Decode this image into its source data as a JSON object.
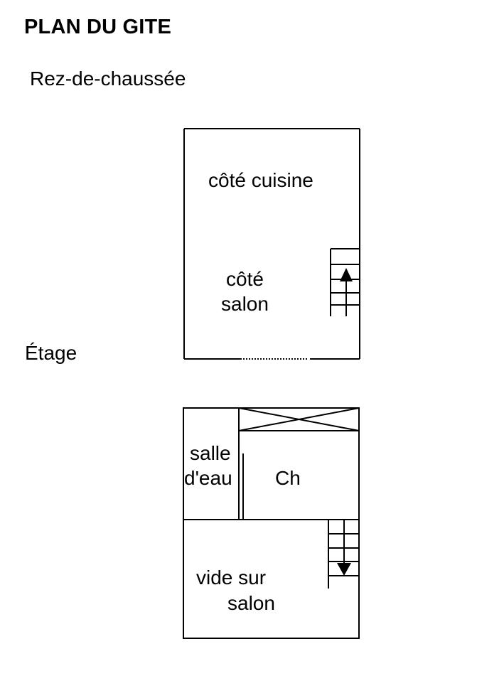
{
  "title": "PLAN DU GITE",
  "levels": {
    "ground_floor": {
      "label": "Rez-de-chaussée",
      "rooms": {
        "kitchen_side": "côté cuisine",
        "living_side_line1": "côté",
        "living_side_line2": "salon"
      }
    },
    "upper_floor": {
      "label": "Étage",
      "rooms": {
        "shower_room_line1": "salle",
        "shower_room_line2": "d'eau",
        "bedroom": "Ch",
        "void_line1": "vide sur",
        "void_line2": "salon"
      }
    }
  },
  "icons": {
    "stairs_up": "arrow-up-icon",
    "stairs_down": "arrow-down-icon"
  }
}
